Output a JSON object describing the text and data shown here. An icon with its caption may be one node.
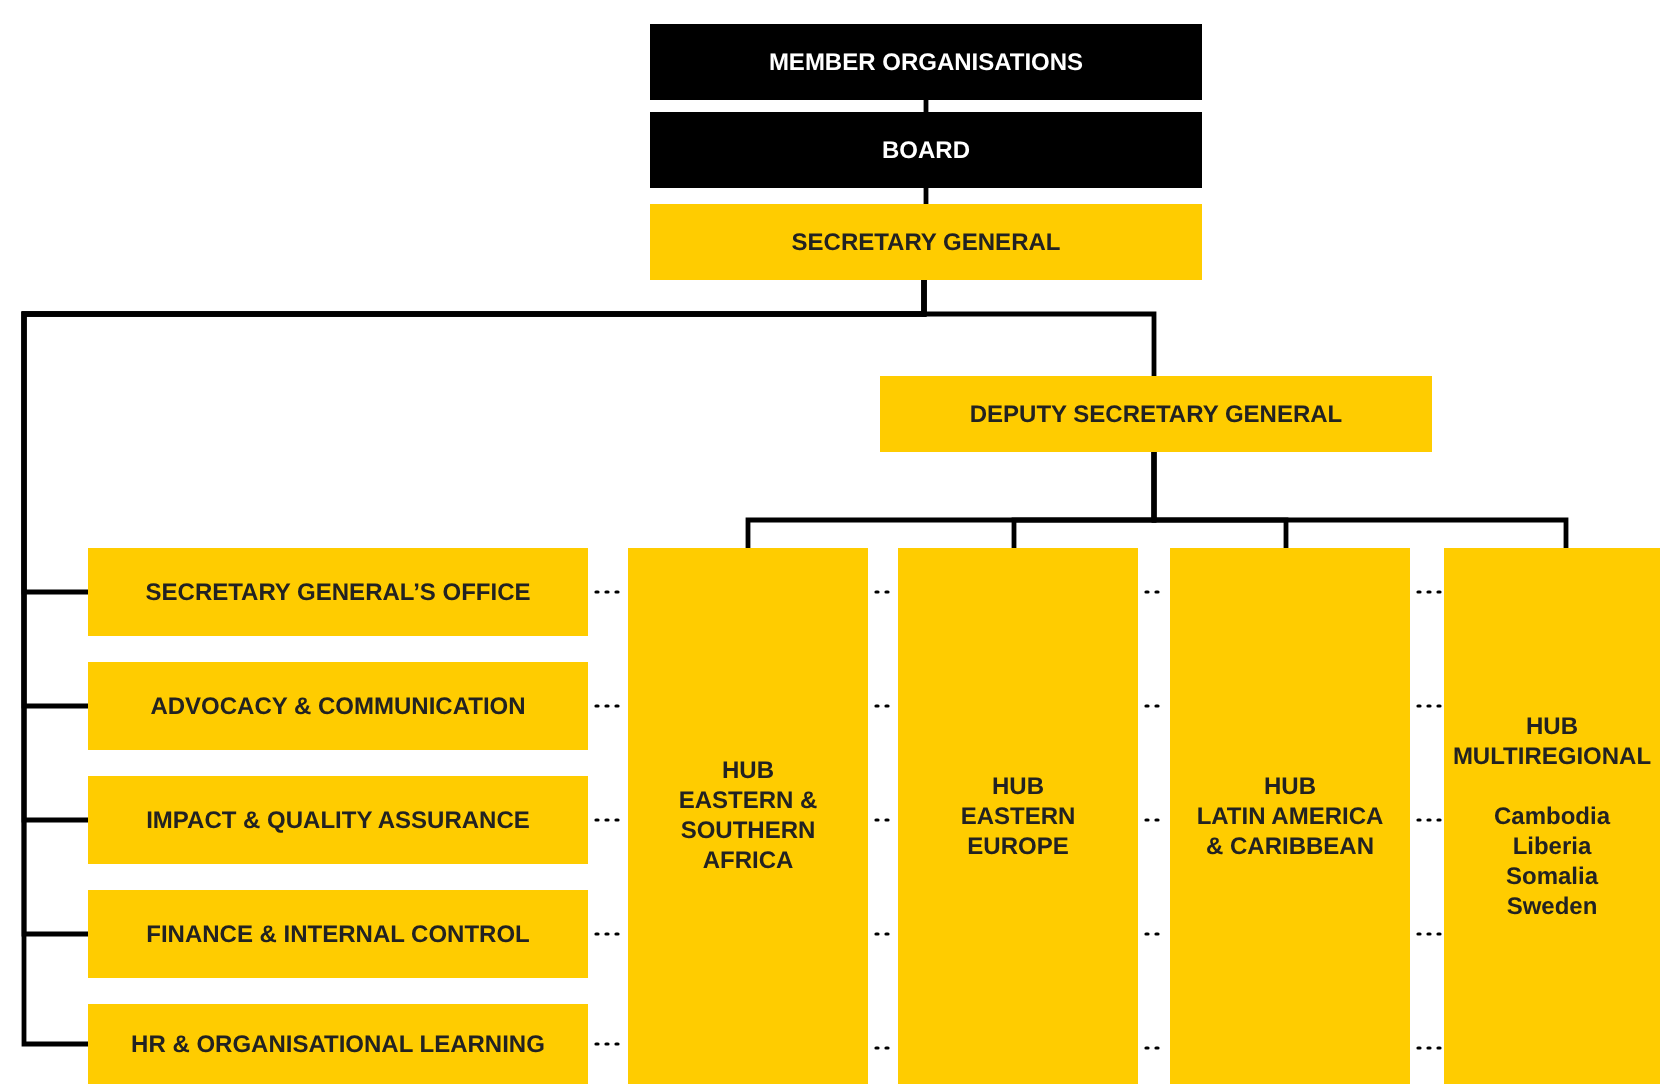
{
  "diagram": {
    "nodes": [
      {
        "text": [
          "MEMBER ORGANISATIONS"
        ]
      },
      {
        "text": [
          "BOARD"
        ]
      },
      {
        "text": [
          "SECRETARY GENERAL"
        ]
      },
      {
        "text": [
          "DEPUTY SECRETARY GENERAL"
        ]
      },
      {
        "text": [
          "SECRETARY GENERAL’S OFFICE"
        ]
      },
      {
        "text": [
          "ADVOCACY & COMMUNICATION"
        ]
      },
      {
        "text": [
          "IMPACT & QUALITY ASSURANCE"
        ]
      },
      {
        "text": [
          "FINANCE & INTERNAL CONTROL"
        ]
      },
      {
        "text": [
          "HR & ORGANISATIONAL LEARNING"
        ]
      },
      {
        "text": [
          "HUB",
          "EASTERN & SOUTHERN AFRICA"
        ]
      },
      {
        "text": [
          "HUB",
          "EASTERN EUROPE"
        ]
      },
      {
        "text": [
          "HUB",
          "LATIN AMERICA & CARIBBEAN"
        ]
      },
      {
        "text": [
          "HUB",
          "MULTIREGIONAL",
          "Cambodia Liberia Somalia Sweden"
        ]
      }
    ],
    "edges": [
      {
        "from": 0,
        "to": 1,
        "arrow": "none"
      },
      {
        "from": 1,
        "to": 2,
        "arrow": "none"
      },
      {
        "from": 2,
        "to": 3,
        "arrow": "none"
      },
      {
        "from": 2,
        "to": 4,
        "arrow": "none"
      },
      {
        "from": 2,
        "to": 5,
        "arrow": "none"
      },
      {
        "from": 2,
        "to": 6,
        "arrow": "none"
      },
      {
        "from": 2,
        "to": 7,
        "arrow": "none"
      },
      {
        "from": 2,
        "to": 8,
        "arrow": "none"
      },
      {
        "from": 3,
        "to": 9,
        "arrow": "none"
      },
      {
        "from": 3,
        "to": 10,
        "arrow": "none"
      },
      {
        "from": 3,
        "to": 11,
        "arrow": "none"
      },
      {
        "from": 3,
        "to": 12,
        "arrow": "none"
      },
      {
        "from": 4,
        "to": 9,
        "arrow": "none",
        "style": "dashed"
      },
      {
        "from": 5,
        "to": 9,
        "arrow": "none",
        "style": "dashed"
      },
      {
        "from": 6,
        "to": 9,
        "arrow": "none",
        "style": "dashed"
      },
      {
        "from": 7,
        "to": 9,
        "arrow": "none",
        "style": "dashed"
      },
      {
        "from": 8,
        "to": 9,
        "arrow": "none",
        "style": "dashed"
      },
      {
        "from": 9,
        "to": 10,
        "arrow": "none",
        "style": "dashed"
      },
      {
        "from": 9,
        "to": 10,
        "arrow": "none",
        "style": "dashed"
      },
      {
        "from": 9,
        "to": 10,
        "arrow": "none",
        "style": "dashed"
      },
      {
        "from": 9,
        "to": 10,
        "arrow": "none",
        "style": "dashed"
      },
      {
        "from": 9,
        "to": 10,
        "arrow": "none",
        "style": "dashed"
      },
      {
        "from": 10,
        "to": 11,
        "arrow": "none",
        "style": "dashed"
      },
      {
        "from": 10,
        "to": 11,
        "arrow": "none",
        "style": "dashed"
      },
      {
        "from": 10,
        "to": 11,
        "arrow": "none",
        "style": "dashed"
      },
      {
        "from": 10,
        "to": 11,
        "arrow": "none",
        "style": "dashed"
      },
      {
        "from": 10,
        "to": 11,
        "arrow": "none",
        "style": "dashed"
      },
      {
        "from": 11,
        "to": 12,
        "arrow": "none",
        "style": "dashed"
      },
      {
        "from": 11,
        "to": 12,
        "arrow": "none",
        "style": "dashed"
      },
      {
        "from": 11,
        "to": 12,
        "arrow": "none",
        "style": "dashed"
      },
      {
        "from": 11,
        "to": 12,
        "arrow": "none",
        "style": "dashed"
      },
      {
        "from": 11,
        "to": 12,
        "arrow": "none",
        "style": "dashed"
      }
    ]
  }
}
